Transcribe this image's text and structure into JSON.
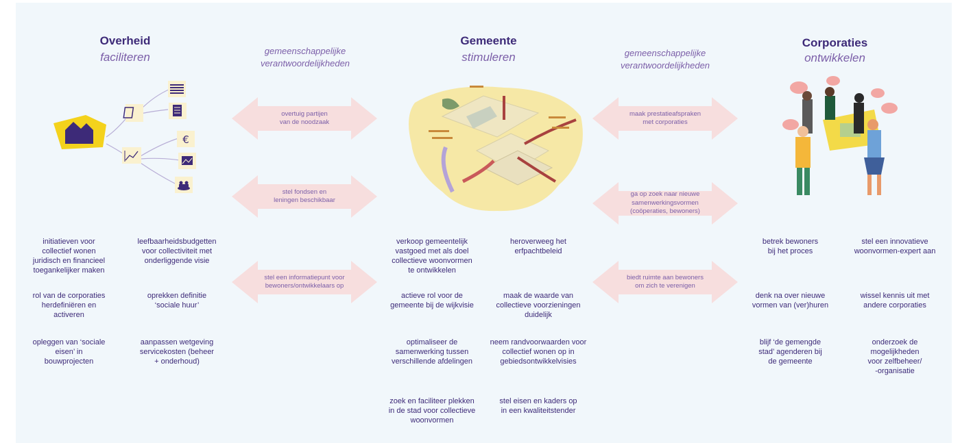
{
  "columns": {
    "overheid": {
      "title": "Overheid",
      "subtitle": "faciliteren"
    },
    "gemeente": {
      "title": "Gemeente",
      "subtitle": "stimuleren"
    },
    "corporaties": {
      "title": "Corporaties",
      "subtitle": "ontwikkelen"
    }
  },
  "shared_left": "gemeenschappelijke\nverantwoordelijkheden",
  "shared_right": "gemeenschappelijke\nverantwoordelijkheden",
  "arrows_left": [
    "overtuig partijen\nvan de noodzaak",
    "stel fondsen en\nleningen beschikbaar",
    "stel een informatiepunt voor\nbewoners/ontwikkelaars op"
  ],
  "arrows_right": [
    "maak prestatieafspraken\nmet corporaties",
    "ga op zoek naar nieuwe\nsamenwerkingsvormen\n(coöperaties, bewoners)",
    "biedt ruimte aan bewoners\nom zich te verenigen"
  ],
  "overheid_notes": [
    "initiatieven voor\ncollectief wonen\njuridisch en financieel\ntoegankelijker maken",
    "leefbaarheidsbudgetten\nvoor collectiviteit met\nonderliggende visie",
    "rol van de corporaties\nherdefiniëren en\nactiveren",
    "oprekken definitie\n‘sociale huur’",
    "opleggen van ‘sociale\neisen’ in\nbouwprojecten",
    "aanpassen wetgeving\nservicekosten (beheer\n+ onderhoud)"
  ],
  "gemeente_notes": [
    "verkoop gemeentelijk\nvastgoed met als doel\ncollectieve woonvormen\nte ontwikkelen",
    "heroverweeg het\nerfpachtbeleid",
    "actieve rol voor de\ngemeente bij de wijkvisie",
    "maak de waarde van\ncollectieve voorzieningen\nduidelijk",
    "optimaliseer de\nsamenwerking tussen\nverschillende afdelingen",
    "neem randvoorwaarden voor\ncollectief wonen op in\ngebiedsontwikkelvisies",
    "zoek en faciliteer plekken\nin de stad voor collectieve\nwoonvormen",
    "stel eisen en kaders op\nin een kwaliteitstender"
  ],
  "corporaties_notes": [
    "betrek bewoners\nbij het proces",
    "stel een innovatieve\nwoonvormen-expert aan",
    "denk na over nieuwe\nvormen van (ver)huren",
    "wissel kennis uit met\nandere corporaties",
    "blijf ‘de gemengde\nstad’ agenderen bij\nde gemeente",
    "onderzoek de\nmogelijkheden\nvoor zelfbeheer/\n-organisatie"
  ],
  "colors": {
    "purple": "#3d2a78",
    "lavender": "#7b5ea8",
    "arrow_pink": "#f7dede",
    "yellow": "#f4d21c",
    "background": "#f1f7fb"
  },
  "icons": [
    "houses-icon",
    "tablet-icon",
    "chart-icon",
    "stack-icon",
    "document-icon",
    "euro-icon",
    "image-icon",
    "people-icon",
    "city-illustration",
    "people-illustration"
  ]
}
